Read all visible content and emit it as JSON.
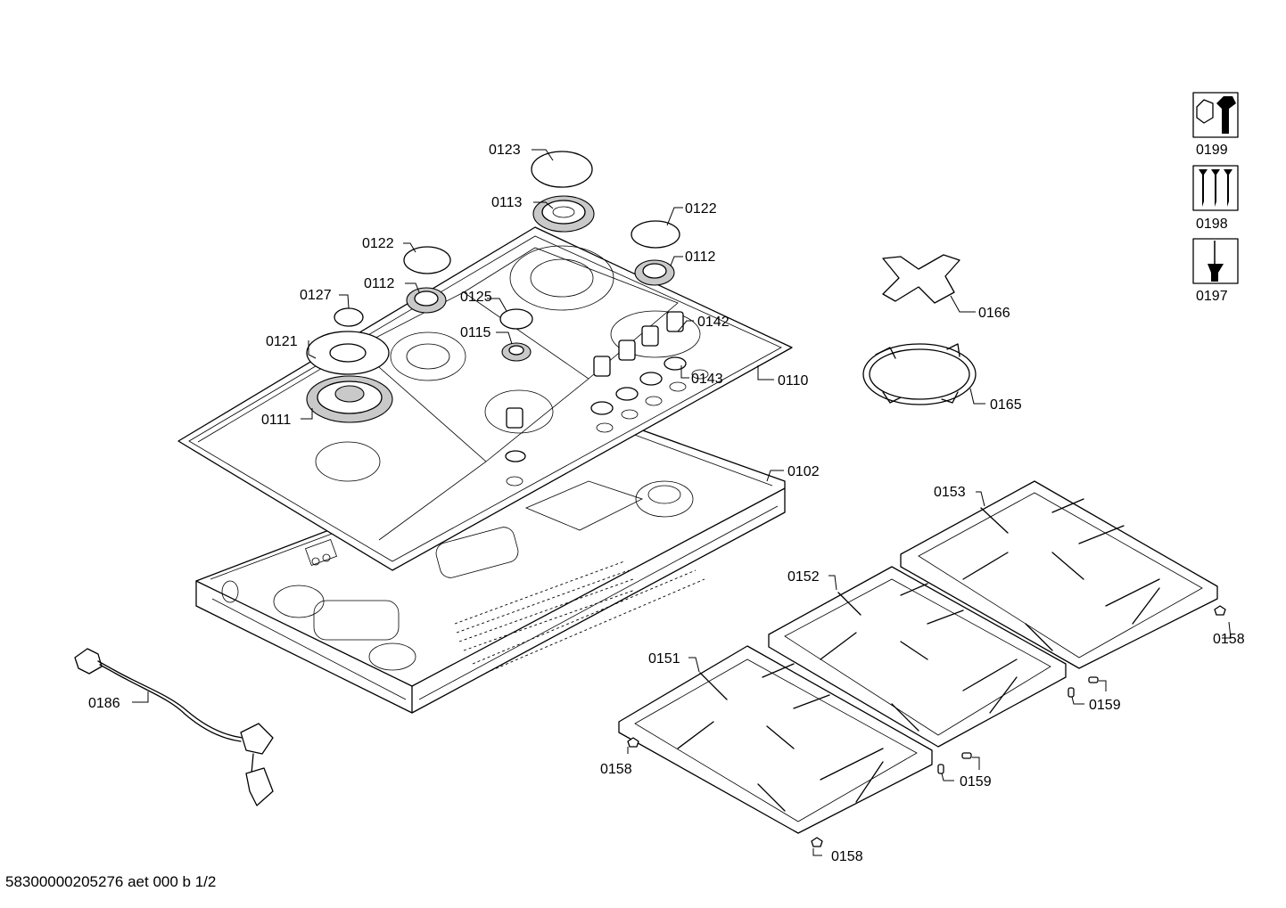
{
  "document_ref": "58300000205276 aet 000 b 1/2",
  "service_icons": [
    {
      "icon": "wrench-nut-icon",
      "label": "0199"
    },
    {
      "icon": "screws-icon",
      "label": "0198"
    },
    {
      "icon": "screwdriver-icon",
      "label": "0197"
    }
  ],
  "part_labels": {
    "p0123": "0123",
    "p0113": "0113",
    "p0122a": "0122",
    "p0122b": "0122",
    "p0112a": "0112",
    "p0112b": "0112",
    "p0127": "0127",
    "p0125": "0125",
    "p0115": "0115",
    "p0121": "0121",
    "p0111": "0111",
    "p0142": "0142",
    "p0143": "0143",
    "p0110": "0110",
    "p0166": "0166",
    "p0165": "0165",
    "p0102": "0102",
    "p0153": "0153",
    "p0152": "0152",
    "p0151": "0151",
    "p0158a": "0158",
    "p0158b": "0158",
    "p0158c": "0158",
    "p0159a": "0159",
    "p0159b": "0159",
    "p0186": "0186"
  }
}
